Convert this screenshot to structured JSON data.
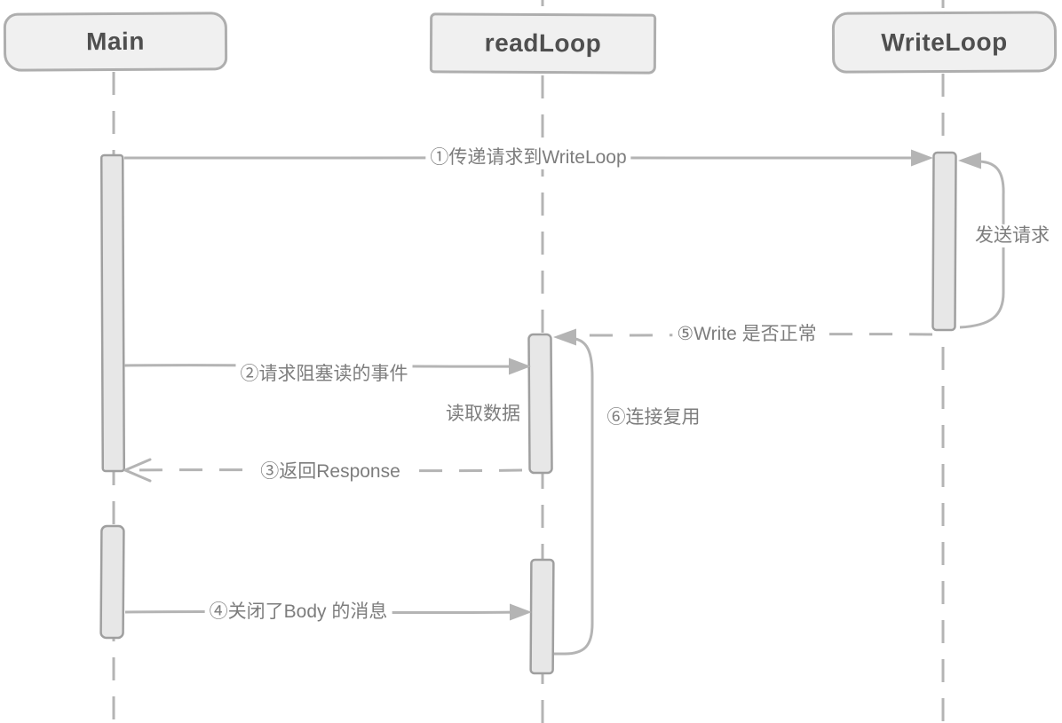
{
  "palette": {
    "bg": "#ffffff",
    "line": "#b4b4b4",
    "label-text": "#7d7d7d",
    "actor-text": "#4f4f4f",
    "actor-fill": "#f0f0f0",
    "actor-stroke": "#aeaeae",
    "activation-fill": "#e7e7e7",
    "activation-stroke": "#9f9f9f"
  },
  "diagram": {
    "type": "sequence-diagram",
    "actors": [
      {
        "name": "Main"
      },
      {
        "name": "readLoop"
      },
      {
        "name": "WriteLoop"
      }
    ],
    "messages": [
      {
        "label": "①传递请求到WriteLoop",
        "from": "Main",
        "to": "WriteLoop",
        "line": "solid",
        "arrow": "filled"
      },
      {
        "label": "发送请求",
        "from": "WriteLoop",
        "to": "WriteLoop",
        "kind": "self-loop",
        "line": "solid",
        "arrow": "filled"
      },
      {
        "label": "⑤Write 是否正常",
        "from": "WriteLoop",
        "to": "readLoop",
        "line": "dashed",
        "arrow": "filled"
      },
      {
        "label": "②请求阻塞读的事件",
        "from": "Main",
        "to": "readLoop",
        "line": "solid",
        "arrow": "filled"
      },
      {
        "label": "读取数据",
        "kind": "activity-note",
        "on": "readLoop"
      },
      {
        "label": "⑥连接复用",
        "from": "readLoop",
        "to": "readLoop",
        "kind": "loop-back",
        "line": "solid",
        "arrow": "filled"
      },
      {
        "label": "③返回Response",
        "from": "readLoop",
        "to": "Main",
        "line": "dashed",
        "arrow": "open"
      },
      {
        "label": "④关闭了Body 的消息",
        "from": "Main",
        "to": "readLoop",
        "line": "solid",
        "arrow": "filled"
      }
    ]
  }
}
